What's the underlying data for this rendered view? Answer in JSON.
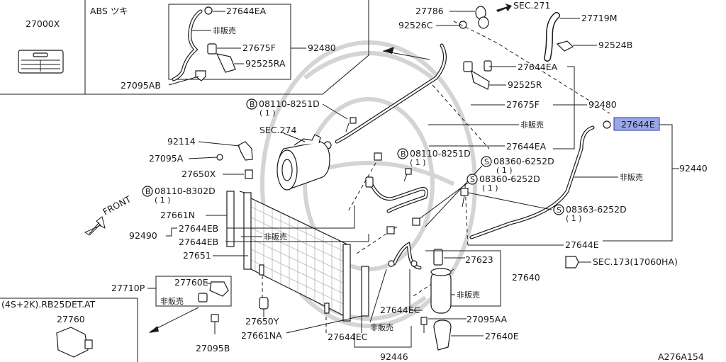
{
  "diagram_code": "A276A154",
  "front_label": "FRONT",
  "labels": {
    "p27000x": "27000X",
    "abs_tsuki": "ABS ツキ",
    "p27644ea_top": "27644EA",
    "hanbai_top": "非販売",
    "p27675f_top": "27675F",
    "p92480_top": "92480",
    "p92525ra": "92525RA",
    "p27095ab": "27095AB",
    "p27786": "27786",
    "sec271": "SEC.271",
    "p27719m": "27719M",
    "p92526c": "92526C",
    "p92524b": "92524B",
    "p27644ea_mid": "27644EA",
    "p92525r": "92525R",
    "bolt_08110_8251d_a": "08110-8251D",
    "qty_a": "( 1 )",
    "p27675f_mid": "27675F",
    "p92480_mid": "92480",
    "sec274": "SEC.274",
    "hanbai_mid": "非販売",
    "p27644e_hl": "27644E",
    "p92114": "92114",
    "p27644ea_low": "27644EA",
    "p27095a": "27095A",
    "bolt_08110_8251d_b": "08110-8251D",
    "qty_b": "( 1 )",
    "screw_08360_6252d_a": "08360-6252D",
    "qty_c": "( 1 )",
    "p27650x": "27650X",
    "p92440": "92440",
    "hanbai_right": "非販売",
    "screw_08360_6252d_b": "08360-6252D",
    "qty_d": "( 1 )",
    "bolt_08110_8302d": "08110-8302D",
    "qty_e": "( 1 )",
    "screw_08363_6252d": "08363-6252D",
    "qty_f": "( 1 )",
    "p27661n": "27661N",
    "p27644eb_a": "27644EB",
    "p92490": "92490",
    "hanbai_cond": "非販売",
    "p27644eb_b": "27644EB",
    "p27644e": "27644E",
    "p27651": "27651",
    "p27623": "27623",
    "sec173": "SEC.173(17060HA)",
    "p27640": "27640",
    "p27710p": "27710P",
    "p27760e": "27760E",
    "hanbai_sensor": "非販売",
    "hanbai_dryer": "非販売",
    "p27644ec_a": "27644EC",
    "p27095aa": "27095AA",
    "p27650y": "27650Y",
    "hanbai_low": "非販売",
    "p27661na": "27661NA",
    "p27644ec_b": "27644EC",
    "p27640e": "27640E",
    "p27095b": "27095B",
    "p92446": "92446",
    "variant_note": "(4S+2K).RB25DET.AT",
    "p27760": "27760",
    "b_mark": "B",
    "s_mark": "S"
  }
}
